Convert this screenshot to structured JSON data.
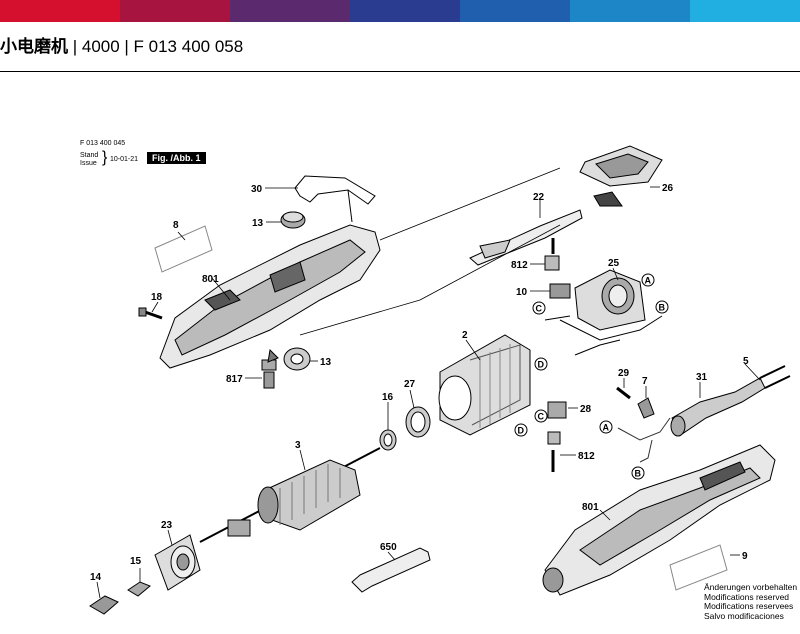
{
  "header": {
    "title_bold": "小电磨机",
    "title_rest": " | 4000 | F 013 400 058",
    "bar_colors": [
      "#d5102f",
      "#a6143f",
      "#5b2a6e",
      "#2a3c8f",
      "#1f5fae",
      "#1c86c7",
      "#21aee0"
    ]
  },
  "drawing": {
    "part_number": "F 013 400 045",
    "stand_label": "Stand",
    "issue_label": "Issue",
    "date": "10-01-21",
    "figure_label": "Fig. /Abb. 1"
  },
  "parts": [
    "30",
    "26",
    "22",
    "13",
    "8",
    "801",
    "812",
    "25",
    "18",
    "10",
    "2",
    "13",
    "817",
    "29",
    "7",
    "31",
    "5",
    "27",
    "16",
    "28",
    "3",
    "812",
    "23",
    "650",
    "15",
    "801",
    "9",
    "14"
  ],
  "connectors": [
    "A",
    "B",
    "C",
    "D",
    "A",
    "B",
    "C",
    "D"
  ],
  "notice": {
    "line1": "Änderungen vorbehalten",
    "line2": "Modifications reserved",
    "line3": "Modifications reservees",
    "line4": "Salvo modificaciones"
  }
}
